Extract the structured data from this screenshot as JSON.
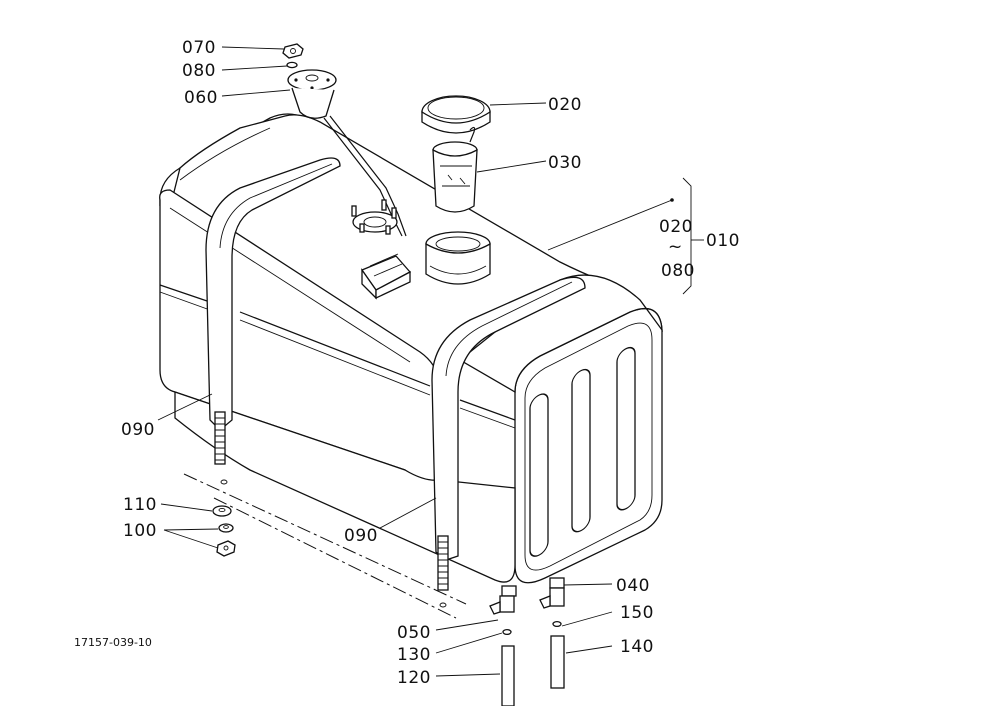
{
  "figure_code": "17157-039-10",
  "labels": {
    "p010": "010",
    "p020": "020",
    "p030": "030",
    "p040": "040",
    "p050": "050",
    "p060": "060",
    "p070": "070",
    "p080": "080",
    "p090a": "090",
    "p090b": "090",
    "p100": "100",
    "p110": "110",
    "p120": "120",
    "p130": "130",
    "p140": "140",
    "p150": "150",
    "set_from": "020",
    "set_to": "080",
    "set_tilde": "~"
  }
}
